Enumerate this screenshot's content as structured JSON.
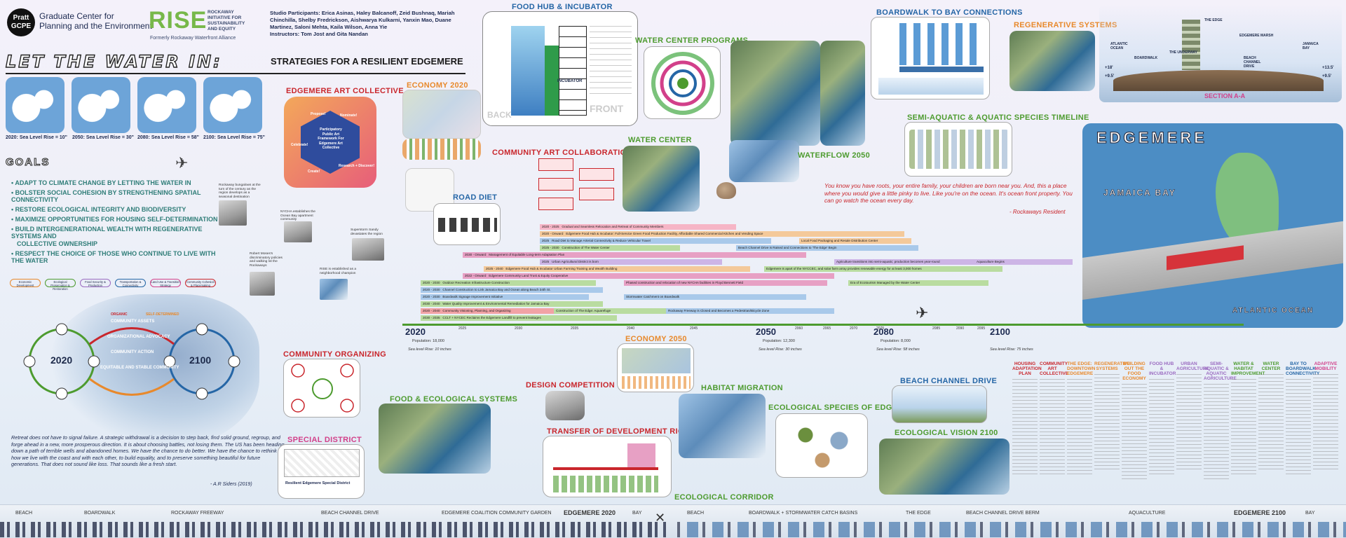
{
  "header": {
    "pratt_line1": "Pratt",
    "pratt_line2": "GCPE",
    "center_name_line1": "Graduate Center for",
    "center_name_line2": "Planning and the Environment",
    "rise_logo": "RISE",
    "rise_tag1": "ROCKAWAY",
    "rise_tag2": "INITIATIVE FOR",
    "rise_tag3": "SUSTAINABILITY",
    "rise_tag4": "AND EQUITY",
    "rise_formerly": "Formerly Rockaway Waterfront Alliance",
    "participants": "Studio Participants: Erica Asinas, Haley Balcanoff, Zeid Bushnaq, Mariah Chinchilla, Shelby Fredrickson, Aishwarya Kulkarni, Yanxin Mao, Duane Martinez, Saloni Mehta, Kaila Wilson, Anna Yie",
    "instructors": "Instructors: Tom Jost and Gita Nandan",
    "title_main": "LET THE WATER IN:",
    "title_sub": "STRATEGIES FOR A RESILIENT EDGEMERE"
  },
  "sea_levels": [
    {
      "label": "2020: Sea Level Rise = 10\""
    },
    {
      "label": "2050: Sea Level Rise = 30\""
    },
    {
      "label": "2080: Sea Level Rise = 58\""
    },
    {
      "label": "2100: Sea Level Rise = 75\""
    }
  ],
  "goals": {
    "heading": "GOALS",
    "items": [
      "ADAPT TO CLIMATE CHANGE BY LETTING THE WATER IN",
      "BOLSTER SOCIAL COHESION BY STRENGTHENING SPATIAL CONNECTIVITY",
      "RESTORE ECOLOGICAL INTEGRITY AND BIODIVERSITY",
      "MAXIMIZE OPPORTUNITIES FOR HOUSING SELF-DETERMINATION",
      "BUILD INTERGENERATIONAL WEALTH WITH REGENERATIVE SYSTEMS AND",
      "COLLECTIVE OWNERSHIP",
      "RESPECT THE CHOICE OF THOSE WHO CONTINUE TO LIVE WITH THE WATER"
    ]
  },
  "legend_pills": [
    {
      "label": "Economic Development",
      "color": "#e8892c"
    },
    {
      "label": "Ecological Preservation & Restoration",
      "color": "#4d9b2f"
    },
    {
      "label": "Food Security & Production",
      "color": "#9a6ac0"
    },
    {
      "label": "Transportation & Connectivity",
      "color": "#2566a6"
    },
    {
      "label": "Land Use & Transition Strategy",
      "color": "#d2408a"
    },
    {
      "label": "Community Cohesion & Placemaking",
      "color": "#c9262c"
    }
  ],
  "history_notes": [
    {
      "text": "Rockaway bungalows at the turn of the century as the region develops as a seasonal destination"
    },
    {
      "text": "NYCHA establishes the Ocean Bay apartment community"
    },
    {
      "text": "Superstorm Sandy devastates the region"
    },
    {
      "text": "Robert Moses's discriminatory policies and walking lot the Rockaways"
    },
    {
      "text": "RISE is established as a neighborhood champion"
    }
  ],
  "cycle": {
    "left_year": "2020",
    "right_year": "2100",
    "labels": [
      "COMMUNITY ASSETS",
      "ORGANIZATIONAL ADVOCACY",
      "COMMUNITY ACTION",
      "EQUITABLE AND STABLE COMMUNITY",
      "ORGANIC",
      "SELF-DETERMINED"
    ]
  },
  "quote_bottom": {
    "text": "Retreat does not have to signal failure. A strategic withdrawal is a decision to step back, find solid ground, regroup, and forge ahead in a new, more prosperous direction. It is about choosing battles, not losing them. The US has been heading down a path of terrible wells and abandoned homes. We have the chance to do better. We have the chance to rethink how we live with the coast and with each other, to build equality, and to preserve something beautiful for future generations. That does not sound like loss. That sounds like a fresh start.",
    "author": "- A.R Siders (2019)"
  },
  "panels": {
    "art_collective": "EDGEMERE ART COLLECTIVE",
    "art_center": "Participatory Public Art Framework For Edgemere Art Collective",
    "art_steps": [
      "Nominate!",
      "Research + Discover!",
      "Celebrate!",
      "Propose!",
      "Create!"
    ],
    "economy_2020": "ECONOMY 2020",
    "food_hub": "FOOD HUB & INCUBATOR",
    "food_hub_labels": [
      "INCUBATOR",
      "FRONT",
      "BACK"
    ],
    "water_center_programs": "WATER CENTER PROGRAMS",
    "boardwalk": "BOARDWALK TO BAY CONNECTIONS",
    "regenerative": "REGENERATIVE SYSTEMS",
    "section": "SECTION A-A",
    "section_labels": [
      "THE EDGE",
      "EDGEMERE MARSH",
      "ATLANTIC OCEAN",
      "BOARDWALK",
      "THE UNDERWAY",
      "BEACH CHANNEL DRIVE",
      "JAMAICA BAY"
    ],
    "section_levels": [
      "+18'",
      "+9.5'",
      "+13.5'",
      "+9.5'"
    ],
    "community_art": "COMMUNITY ART COLLABORATION",
    "road_diet": "ROAD DIET",
    "water_center": "WATER CENTER",
    "waterflow": "WATERFLOW 2050",
    "species_timeline": "SEMI-AQUATIC & AQUATIC SPECIES TIMELINE",
    "resident_quote": "You know you have roots, your entire family, your children are born near you.  And, this a place where you would give a little pinky to live. Like you're on the ocean. It's ocean front property. You can go watch the ocean every day.",
    "resident_author": "- Rockaways Resident",
    "edgemere_map": "EDGEMERE",
    "map_labels": [
      "JAMAICA BAY",
      "ATLANTIC OCEAN"
    ],
    "community_organizing": "COMMUNITY ORGANIZING",
    "economy_2050": "ECONOMY 2050",
    "food_eco": "FOOD & ECOLOGICAL SYSTEMS",
    "design_comp": "DESIGN COMPETITION",
    "tdr": "TRANSFER OF DEVELOPMENT RIGHTS",
    "special_district": "SPECIAL DISTRICT",
    "special_district_sub": "Resilient Edgemere Special District",
    "habitat": "HABITAT MIGRATION",
    "eco_species": "ECOLOGICAL SPECIES OF EDGEMERE",
    "beach_channel": "BEACH CHANNEL DRIVE",
    "eco_vision": "ECOLOGICAL VISION 2100",
    "eco_corridor": "ECOLOGICAL CORRIDOR"
  },
  "timeline": {
    "years": [
      {
        "year": "2020",
        "pop": "Population: 18,000",
        "slr": "Sea level Rise: 10 inches"
      },
      {
        "year": "2050",
        "pop": "Population: 12,300",
        "slr": "Sea level Rise: 30 inches"
      },
      {
        "year": "2080",
        "pop": "Population: 8,000",
        "slr": "Sea level Rise: 58 inches"
      },
      {
        "year": "2100",
        "pop": "",
        "slr": "Sea level Rise: 75 inches"
      }
    ],
    "ticks": [
      "2025",
      "2030",
      "2035",
      "2040",
      "2045",
      "2060",
      "2065",
      "2070",
      "2075",
      "2085",
      "2090",
      "2095"
    ],
    "bars": [
      {
        "range": "2020 - 2025",
        "text": "Gradual and Seamless Relocation and Retreat of Community Members",
        "color": "#f6b5c6"
      },
      {
        "range": "2020 - Onward",
        "text": "Edgemere Food Hub & Incubator: Full-Service Green Food Production Facility, Affordable Shared Commercial Kitchen and Vending Space",
        "color": "#f4c99a"
      },
      {
        "range": "2025",
        "text": "Road Diet to Manage Arterial Connectivity & Reduce Vehicular Travel",
        "color": "#a9c9ea"
      },
      {
        "range": "2025 - 2030",
        "text": "Construction of The Water Center",
        "color": "#b9dca0"
      },
      {
        "range": "2030 - Onward",
        "text": "Management of Equitable Long-term Adaptation Plan",
        "color": "#e7a0c4"
      },
      {
        "range": "2025",
        "text": "Urban Agricultural District is born",
        "color": "#cdb5e6"
      },
      {
        "range": "2025 - 2040",
        "text": "Edgemere Food Hub & Incubator Urban Farming Training and Wealth Building",
        "color": "#f4c99a"
      },
      {
        "range": "2022 - Onward",
        "text": "Edgemere Community Land Trust & Equity Cooperative",
        "color": "#e7a0c4"
      },
      {
        "range": "2020 - 2030",
        "text": "Outdoor Recreation Infrastructure Construction",
        "color": "#b9dca0"
      },
      {
        "range": "2020 - 2030",
        "text": "Channel Construction to Link Jamaica Bay and Ocean along Beach 34th St.",
        "color": "#a9c9ea"
      },
      {
        "range": "2020 - 2030",
        "text": "Boardwalk Signage Improvement Initiative",
        "color": "#a9c9ea"
      },
      {
        "range": "2030 - 2040",
        "text": "Water Quality Improvement & Environmental Remediation for Jamaica Bay",
        "color": "#b9dca0"
      },
      {
        "range": "2020 - 2040",
        "text": "Community Visioning, Planning, and Organizing",
        "color": "#f2a3a6"
      },
      {
        "range": "2030 - 2035",
        "text": "CCLT + NYCEC Reclaims the Edgemere Landfill to prevent leakages",
        "color": "#b9dca0"
      }
    ],
    "bars_right": [
      {
        "text": "Beach Channel Drive is Raised and Connections to 'The Edge' Begin",
        "color": "#a9c9ea"
      },
      {
        "text": "Agriculture transitions into semi-aquatic; production becomes year-round",
        "color": "#cdb5e6"
      },
      {
        "text": "Edgemere is apart of the NYCCEC, and solar farm array provides renewable energy for at least 3,000 homes",
        "color": "#b9dca0"
      },
      {
        "text": "Phased construction and relocation of new NYCHA facilities in Floyd Bennett Field",
        "color": "#e7a0c4"
      },
      {
        "text": "Stormwater Catchment on Boardwalk",
        "color": "#a9c9ea"
      },
      {
        "text": "Construction of The Edge: Aquarefuge",
        "color": "#b9dca0"
      },
      {
        "text": "Local Food Packaging and Resale Distribution Center",
        "color": "#f4c99a"
      },
      {
        "text": "Aquaculture Begins",
        "color": "#cdb5e6"
      },
      {
        "text": "Era of Ecotourism Managed by the Water Center",
        "color": "#b9dca0"
      },
      {
        "text": "Rockaway Freeway is Closed and Becomes a Pedestrian/Bicycle Zone",
        "color": "#a9c9ea"
      }
    ]
  },
  "strategy_columns": [
    {
      "title": "HOUSING ADAPTATION PLAN",
      "color": "#c9262c"
    },
    {
      "title": "COMMUNITY ART COLLECTIVE",
      "color": "#c9262c"
    },
    {
      "title": "THE EDGE: DOWNTOWN EDGEMERE",
      "color": "#e8892c"
    },
    {
      "title": "REGENERATIVE SYSTEMS",
      "color": "#e8892c"
    },
    {
      "title": "BUILDING OUT THE FOOD ECONOMY",
      "color": "#e8892c"
    },
    {
      "title": "FOOD HUB & INCUBATOR",
      "color": "#9a6ac0"
    },
    {
      "title": "URBAN AGRICULTURE",
      "color": "#9a6ac0"
    },
    {
      "title": "SEMI-AQUATIC & AQUATIC AGRICULTURE",
      "color": "#9a6ac0"
    },
    {
      "title": "WATER & HABITAT IMPROVEMENT",
      "color": "#4d9b2f"
    },
    {
      "title": "WATER CENTER",
      "color": "#4d9b2f"
    },
    {
      "title": "BAY TO BOARDWALK CONNECTIVITY",
      "color": "#2566a6"
    },
    {
      "title": "ADAPTIVE MOBILITY",
      "color": "#d2408a"
    }
  ],
  "bottom_strip": {
    "left": [
      "BEACH",
      "BOARDWALK",
      "ROCKAWAY FREEWAY",
      "BEACH CHANNEL DRIVE",
      "EDGEMERE COALITION COMMUNITY GARDEN",
      "EDGEMERE 2020",
      "BAY"
    ],
    "right": [
      "BEACH",
      "BOARDWALK + STORMWATER CATCH BASINS",
      "THE EDGE",
      "BEACH CHANNEL DRIVE BERM",
      "AQUACULTURE",
      "EDGEMERE 2100",
      "BAY"
    ]
  }
}
